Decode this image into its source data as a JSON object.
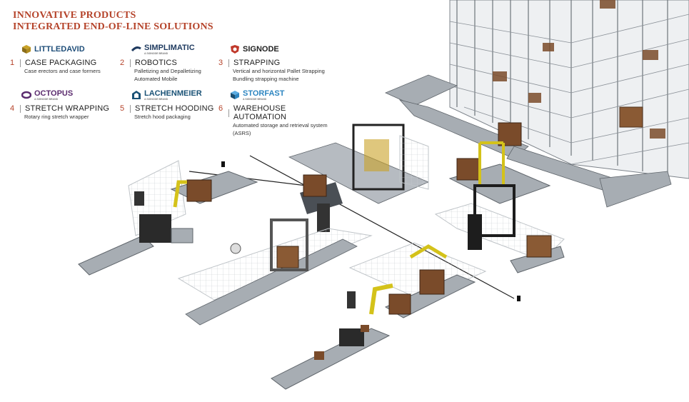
{
  "header": {
    "line1": "INNOVATIVE PRODUCTS",
    "line2": "INTEGRATED END-OF-LINE SOLUTIONS"
  },
  "items": [
    {
      "num": "1",
      "logo": "LITTLEDAVID",
      "logo_sub": "",
      "title": "CASE PACKAGING",
      "desc": [
        "Case erectors and case formers"
      ],
      "color": "#1f4e79",
      "icon": "box-icon"
    },
    {
      "num": "2",
      "logo": "SIMPLIMATIC",
      "logo_sub": "A SIGNODE BRAND",
      "title": "ROBOTICS",
      "desc": [
        "Palletizing and Depalletizing",
        "Automated Mobile"
      ],
      "color": "#1e3a5f",
      "icon": "swoosh-icon"
    },
    {
      "num": "3",
      "logo": "SIGNODE",
      "logo_sub": "",
      "title": "STRAPPING",
      "desc": [
        "Vertical and horizontal Pallet Strapping",
        "Bundling strapping machine"
      ],
      "color": "#c0392b",
      "icon": "shield-icon"
    },
    {
      "num": "4",
      "logo": "OCTOPUS",
      "logo_sub": "A SIGNODE BRAND",
      "title": "STRETCH WRAPPING",
      "desc": [
        "Rotary ring stretch wrapper"
      ],
      "color": "#5b2c6f",
      "icon": "ring-icon"
    },
    {
      "num": "5",
      "logo": "LACHENMEIER",
      "logo_sub": "A SIGNODE BRAND",
      "title": "STRETCH HOODING",
      "desc": [
        "Stretch hood packaging"
      ],
      "color": "#1a5276",
      "icon": "hood-icon"
    },
    {
      "num": "6",
      "logo": "STORFAST",
      "logo_sub": "A SIGNODE BRAND",
      "title": "WAREHOUSE AUTOMATION",
      "desc": [
        "Automated storage and retrieval system",
        "(ASRS)"
      ],
      "color": "#2e86c1",
      "icon": "cube-icon"
    }
  ]
}
